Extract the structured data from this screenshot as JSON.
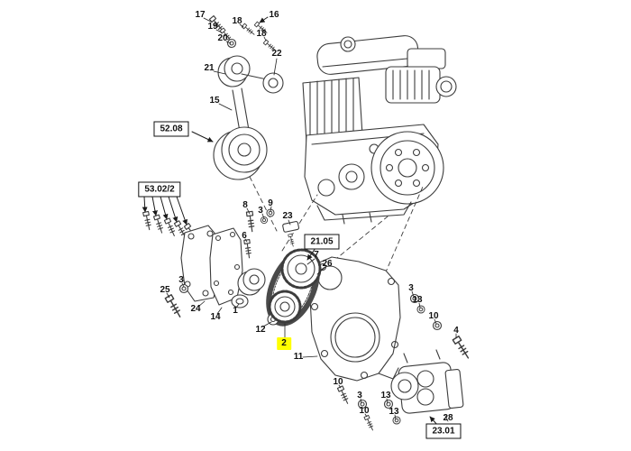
{
  "diagram": {
    "background_color": "#ffffff",
    "line_color": "#3c3c3c",
    "highlight_color": "#ffff00",
    "highlighted_part": "2",
    "boxed_refs": [
      "52.08",
      "53.02/2",
      "21.05",
      "23.01"
    ],
    "part_labels": [
      "17",
      "19",
      "20",
      "18",
      "16",
      "18",
      "22",
      "21",
      "15",
      "8",
      "3",
      "9",
      "23",
      "6",
      "25",
      "3",
      "24",
      "14",
      "1",
      "12",
      "2",
      "11",
      "7",
      "26",
      "3",
      "13",
      "10",
      "4",
      "10",
      "3",
      "13",
      "10",
      "13",
      "28"
    ]
  }
}
